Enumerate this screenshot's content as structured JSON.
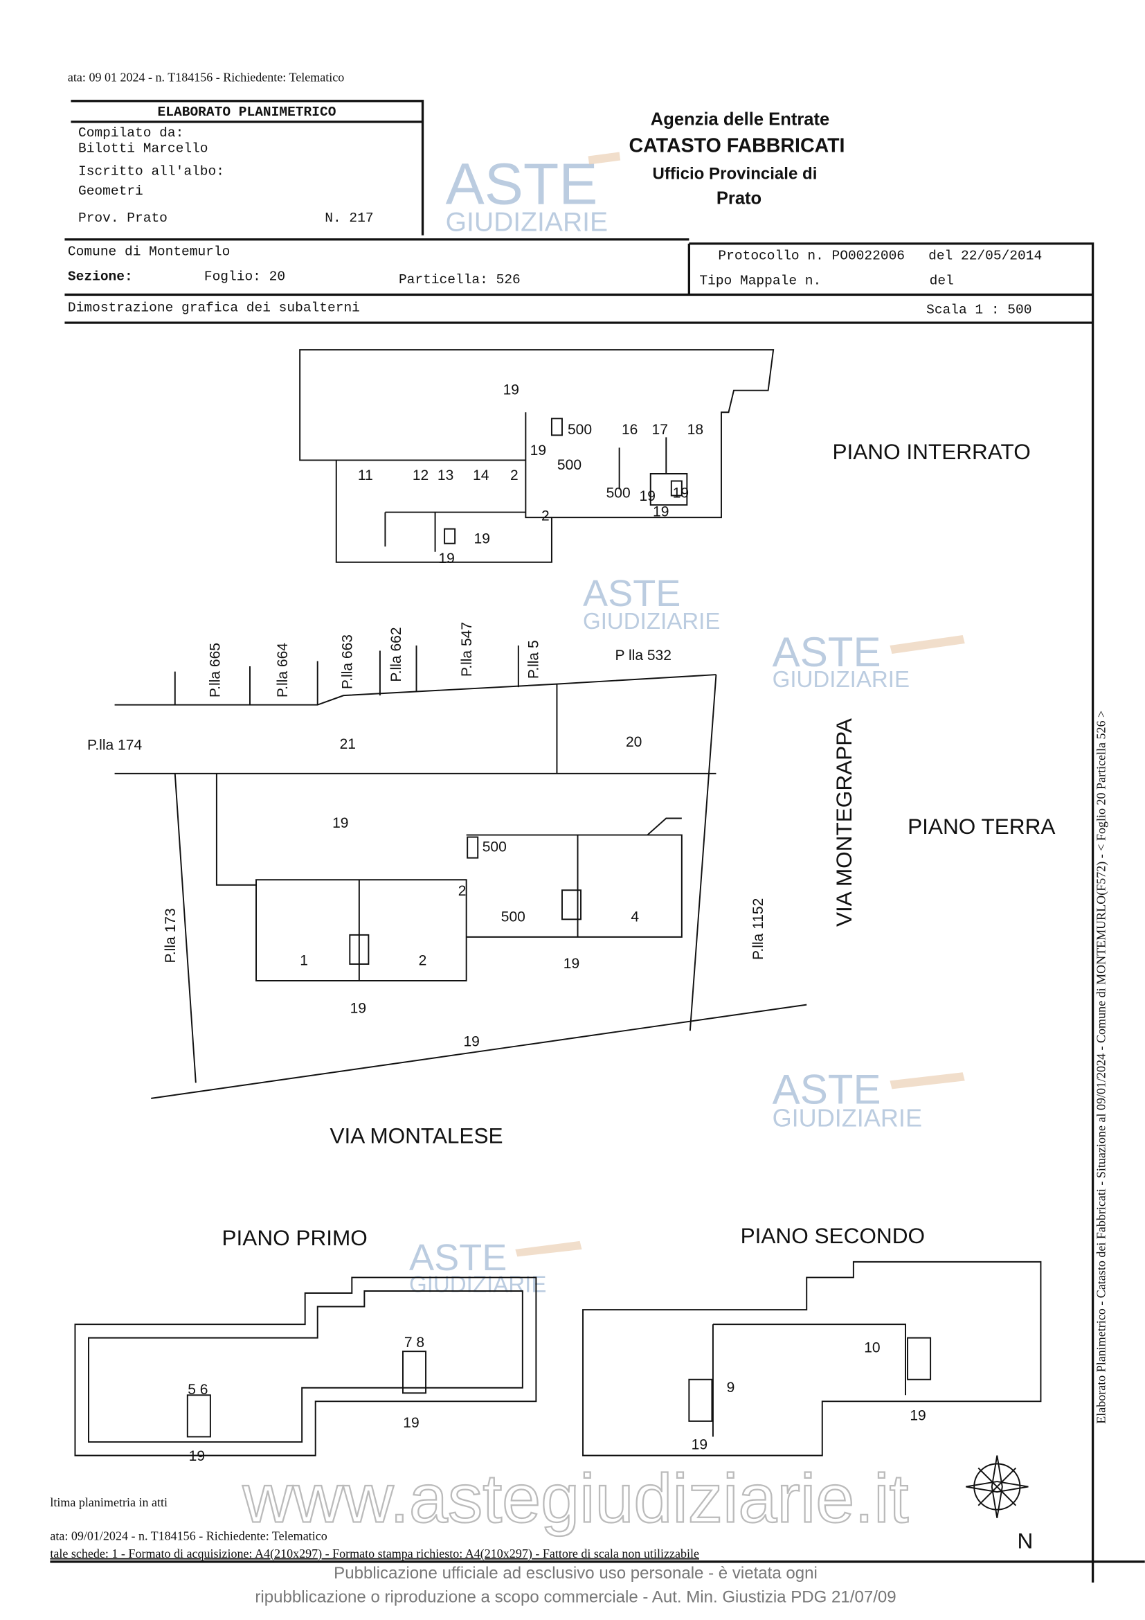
{
  "top_line": "ata: 09 01 2024 - n. T184156 - Richiedente: Telematico",
  "title_box": {
    "title": "ELABORATO PLANIMETRICO",
    "compilato_label": "Compilato da:",
    "compilato_name": "Bilotti Marcello",
    "iscritto_label": "Iscritto all'albo:",
    "albo": "Geometri",
    "prov": "Prov. Prato",
    "numero": "N. 217"
  },
  "agency": {
    "line1": "Agenzia delle Entrate",
    "line2": "CATASTO FABBRICATI",
    "line3": "Ufficio Provinciale di",
    "line4": "Prato"
  },
  "info": {
    "comune": "Comune di Montemurlo",
    "sezione": "Sezione:",
    "foglio": "Foglio: 20",
    "particella": "Particella: 526",
    "protocollo": "Protocollo n. PO0022006",
    "protocollo_del": "del 22/05/2014",
    "tipo_mappale": "Tipo Mappale n.",
    "tipo_del": "del",
    "dimostrazione": "Dimostrazione grafica dei subalterni",
    "scala": "Scala 1 : 500"
  },
  "interrato": {
    "title": "PIANO INTERRATO",
    "labels": [
      "19",
      "500",
      "16",
      "17",
      "18",
      "19",
      "500",
      "11",
      "12",
      "13",
      "14",
      "2",
      "500",
      "19",
      "19",
      "2",
      "19",
      "19",
      "19"
    ]
  },
  "terra": {
    "title": "PIANO TERRA",
    "parcels": [
      "P.lla 665",
      "P.lla 664",
      "P.lla 663",
      "P.lla 662",
      "P.lla 547",
      "P.lla 5",
      "P lla 532",
      "P.lla 174",
      "P.lla 173",
      "P.lla 1152"
    ],
    "labels": [
      "21",
      "20",
      "19",
      "500",
      "2",
      "500",
      "4",
      "1",
      "2",
      "19",
      "19",
      "19"
    ],
    "street_east": "VIA MONTEGRAPPA",
    "street_south": "VIA MONTALESE"
  },
  "primo": {
    "title": "PIANO PRIMO",
    "labels": [
      "5 6",
      "7 8",
      "19",
      "19"
    ]
  },
  "secondo": {
    "title": "PIANO SECONDO",
    "labels": [
      "10",
      "9",
      "19",
      "19"
    ]
  },
  "compass": "N",
  "side_text": "Elaborato Planimetrico - Catasto dei Fabbricati - Situazione al 09/01/2024 - Comune di MONTEMURLO(F572) - < Foglio 20 Particella 526 >",
  "footer": {
    "ultima": "ltima planimetria in atti",
    "data": "ata: 09/01/2024 - n. T184156 - Richiedente: Telematico",
    "schede": "tale schede: 1 - Formato di acquisizione: A4(210x297) - Formato stampa richiesto: A4(210x297) - Fattore di scala non utilizzabile",
    "notice1": "Pubblicazione ufficiale ad esclusivo uso personale - è vietata ogni",
    "notice2": "ripubblicazione o riproduzione a scopo commerciale - Aut. Min. Giustizia PDG 21/07/09"
  },
  "watermark": {
    "aste": "ASTE",
    "giudiziarie": "GIUDIZIARIE",
    "url": "www.astegiudiziarie.it"
  }
}
